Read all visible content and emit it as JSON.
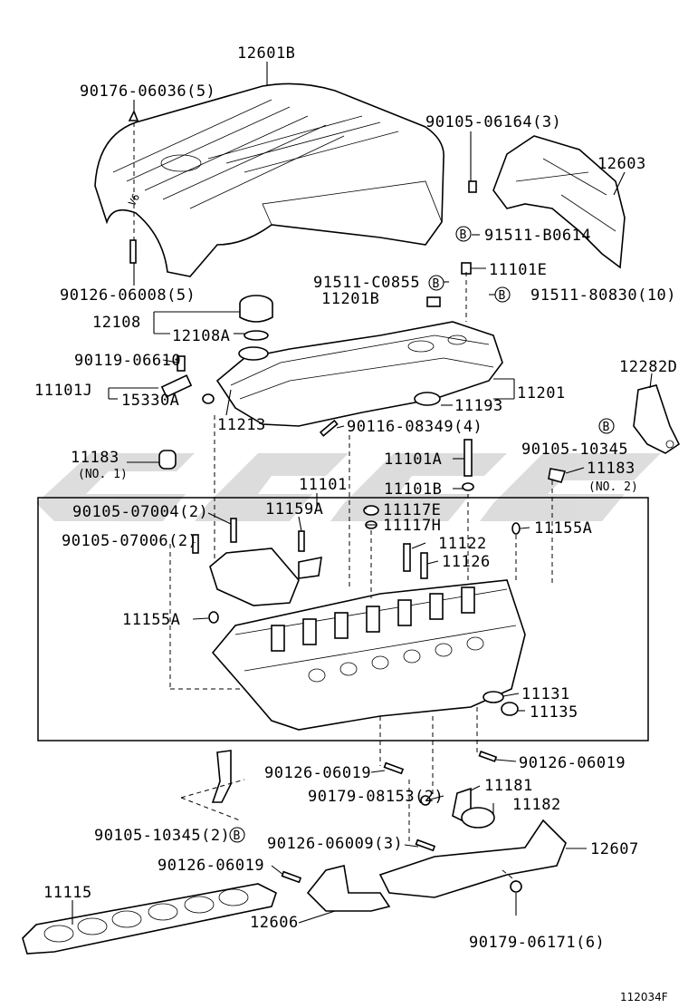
{
  "labels": {
    "p12601B": "12601B",
    "p90176": "90176-06036(5)",
    "p90105_06164": "90105-06164(3)",
    "p12603": "12603",
    "p91511_B0614": "91511-B0614",
    "p91511_C0855": "91511-C0855",
    "p11101E": "11101E",
    "p11201B": "11201B",
    "p91511_80830": "91511-80830(10)",
    "p90126_06008": "90126-06008(5)",
    "p12108": "12108",
    "p12108A": "12108A",
    "p90119": "90119-06610",
    "p11101J": "11101J",
    "p15330A": "15330A",
    "p11193": "11193",
    "p11201": "11201",
    "p12282D": "12282D",
    "p11213": "11213",
    "p90116": "90116-08349(4)",
    "p90105_10345": "90105-10345",
    "p11183a": "11183",
    "p11183a_no": "(NO. 1)",
    "p11101A": "11101A",
    "p11183b": "11183",
    "p11183b_no": "(NO. 2)",
    "p11101": "11101",
    "p11101B": "11101B",
    "p90105_07004": "90105-07004(2)",
    "p11159A": "11159A",
    "p11117E": "11117E",
    "p11117H": "11117H",
    "p11155A_r": "11155A",
    "p90105_07006": "90105-07006(2)",
    "p11122": "11122",
    "p11126": "11126",
    "p11155A_l": "11155A",
    "p11131": "11131",
    "p11135": "11135",
    "p90126_06019_r": "90126-06019",
    "p90126_06019_m": "90126-06019",
    "p11181": "11181",
    "p90179_08153": "90179-08153(2)",
    "p11182": "11182",
    "p90105_10345_2": "90105-10345(2)",
    "p90126_06009": "90126-06009(3)",
    "p12607": "12607",
    "p90126_06019_b": "90126-06019",
    "p11115": "11115",
    "p12606": "12606",
    "p90179_06171": "90179-06171(6)",
    "figure_code": "112034F"
  },
  "badges": {
    "b": "B"
  },
  "cover_text": "V6"
}
